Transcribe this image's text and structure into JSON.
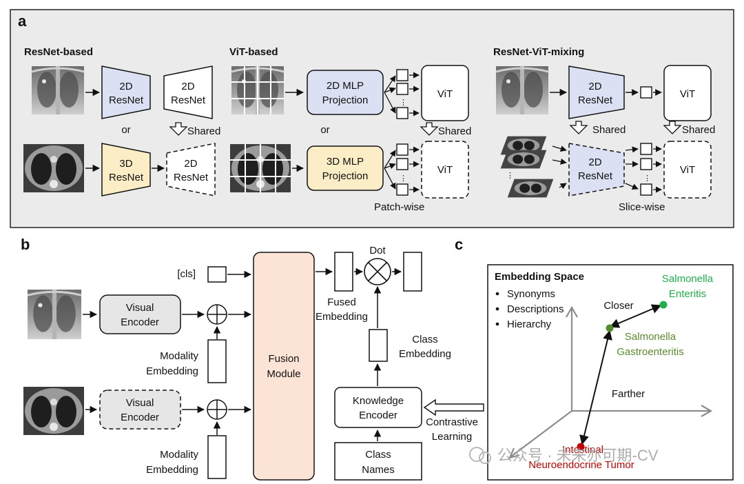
{
  "panel_a": {
    "letter": "a",
    "resnet_title": "ResNet-based",
    "vit_title": "ViT-based",
    "mix_title": "ResNet-ViT-mixing",
    "resnet2d_a": "2D",
    "resnet2d_b": "ResNet",
    "resnet3d_a": "3D",
    "resnet3d_b": "ResNet",
    "or1": "or",
    "or2": "or",
    "shared": "Shared",
    "mlp2d_a": "2D MLP",
    "mlp2d_b": "Projection",
    "mlp3d_a": "3D MLP",
    "mlp3d_b": "Projection",
    "vit": "ViT",
    "patch_wise": "Patch-wise",
    "slice_wise": "Slice-wise",
    "dots": "⋮"
  },
  "panel_b": {
    "letter": "b",
    "cls": "[cls]",
    "visual_encoder_a": "Visual",
    "visual_encoder_b": "Encoder",
    "modality_a": "Modality",
    "modality_b": "Embedding",
    "fusion_a": "Fusion",
    "fusion_b": "Module",
    "dot": "Dot",
    "fused_a": "Fused",
    "fused_b": "Embedding",
    "class_emb_a": "Class",
    "class_emb_b": "Embedding",
    "knowledge_a": "Knowledge",
    "knowledge_b": "Encoder",
    "class_names_a": "Class",
    "class_names_b": "Names",
    "contrastive_a": "Contrastive",
    "contrastive_b": "Learning"
  },
  "panel_c": {
    "letter": "c",
    "title": "Embedding Space",
    "bullets": [
      "Synonyms",
      "Descriptions",
      "Hierarchy"
    ],
    "salmonella_enteritis_a": "Salmonella",
    "salmonella_enteritis_b": "Enteritis",
    "salmonella_gastro_a": "Salmonella",
    "salmonella_gastro_b": "Gastroenteritis",
    "closer": "Closer",
    "farther": "Farther",
    "intestinal_a": "Intestinal",
    "intestinal_b": "Neuroendocrine Tumor",
    "watermark": "公众号 · 未来亦可期-CV"
  },
  "colors": {
    "panel_a_bg": "#ebebeb",
    "blue_fill": "#dbe1f3",
    "yellow_fill": "#fbeec6",
    "fusion_fill": "#fbe3d5",
    "gray_fill": "#e6e6e6",
    "green_dark": "#5a8a2e",
    "green_light": "#1fb04a",
    "red": "#c00000"
  }
}
